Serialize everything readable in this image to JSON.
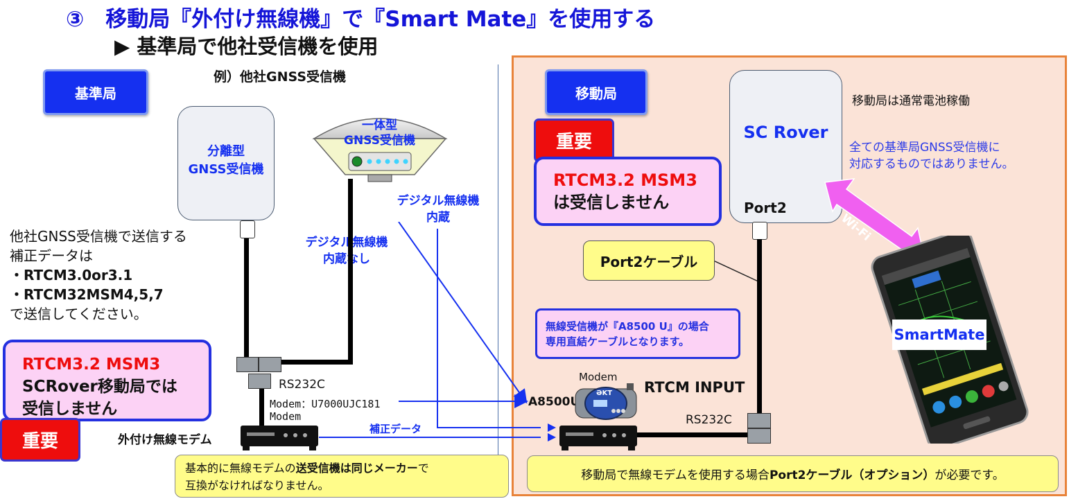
{
  "title": {
    "line1": "③　移動局『外付け無線機』で『Smart Mate』を使用する",
    "line2": "▶ 基準局で他社受信機を使用"
  },
  "base": {
    "tag": "基準局",
    "example_label": "例）他社GNSS受信機",
    "separate_receiver": [
      "分離型",
      "GNSS受信機"
    ],
    "integrated_receiver": [
      "一体型",
      "GNSS受信機"
    ],
    "radio_none": [
      "デジタル無線機",
      "内蔵なし"
    ],
    "radio_builtin": [
      "デジタル無線機",
      "内蔵"
    ],
    "notes": [
      "他社GNSS受信機で送信する",
      "補正データは",
      "・RTCM3.0or3.1",
      "・RTCM32MSM4,5,7",
      "で送信してください。"
    ],
    "warning_box": [
      "RTCM3.2 MSM3",
      "SCRover移動局では",
      "受信しません"
    ],
    "important": "重要",
    "rs232c": "RS232C",
    "modem_model": "Modem：U7000UJC181",
    "modem": "Modem",
    "external_modem": "外付け無線モデム",
    "correction_data": "補正データ",
    "footnote": {
      "part1": "基本的に無線モデムの",
      "bold1": "送受信機は同じメーカー",
      "part2": "で",
      "line2": "互換がなければなりません。"
    }
  },
  "rover": {
    "tag": "移動局",
    "important": "重要",
    "warning_box": [
      "RTCM3.2 MSM3",
      "は受信しません"
    ],
    "sc_rover": "SC Rover",
    "port2": "Port2",
    "battery_note": "移動局は通常電池稼働",
    "compat_note": [
      "全ての基準局GNSS受信機に",
      "対応するものではありません。"
    ],
    "wifi": "Wi-Fi",
    "port2_cable": "Port2ケーブル",
    "a8500_note": [
      "無線受信機が『A8500 U』の場合",
      "専用直結ケーブルとなります。"
    ],
    "modem_label": "Modem",
    "a8500u": "A8500U",
    "rtcm_input": "RTCM INPUT",
    "rs232c": "RS232C",
    "smartmate": "SmartMate",
    "modem_display": "ƏKT",
    "footnote": {
      "part1": "移動局で無線モデムを使用する場合",
      "bold1": "Port2ケーブル（オプション）",
      "part2": "が必要です。"
    }
  },
  "colors": {
    "title_blue": "#1515d8",
    "tag_blue": "#1530f0",
    "important_red": "#ee0d0d",
    "pink": "#fcd2f5",
    "yellow": "#fffc8a",
    "rover_bg": "#fbe3d7",
    "rover_border": "#e8833a",
    "wifi_magenta": "#f060f0"
  }
}
